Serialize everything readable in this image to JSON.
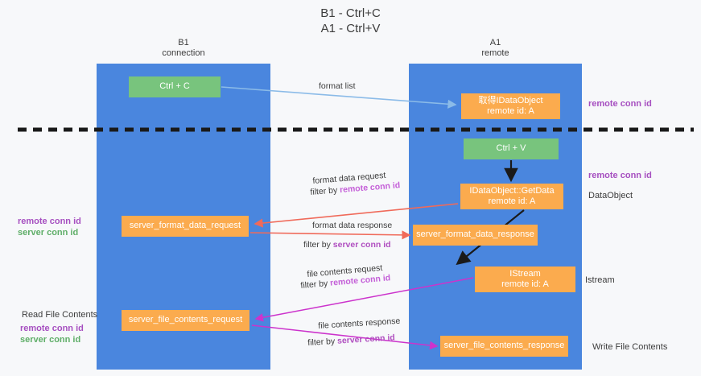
{
  "diagram": {
    "title_line1": "B1 - Ctrl+C",
    "title_line2": "A1 - Ctrl+V",
    "lanes": [
      {
        "id": "b1",
        "name_line1": "B1",
        "name_line2": "connection",
        "color": "#4a86de"
      },
      {
        "id": "a1",
        "name_line1": "A1",
        "name_line2": "remote",
        "color": "#4a86de"
      }
    ],
    "colors": {
      "lane": "#4a86de",
      "green_node": "#78c47d",
      "orange_node": "#fbab4e",
      "remote_conn_id": "#a64fc0",
      "server_conn_id": "#5fae68",
      "arrow_blue": "#8bbbe8",
      "arrow_red": "#f06a5a",
      "arrow_magenta": "#cc33cc",
      "arrow_black": "#1a1a1a",
      "divider_dashed": "#1a1a1a",
      "text": "#3c3c3c"
    },
    "nodes": [
      {
        "id": "ctrlc",
        "label": "Ctrl + C",
        "sub": "",
        "kind": "green"
      },
      {
        "id": "getobj",
        "label": "取得IDataObject",
        "sub": "remote id: A",
        "kind": "orange"
      },
      {
        "id": "ctrlv",
        "label": "Ctrl + V",
        "sub": "",
        "kind": "green"
      },
      {
        "id": "getdata",
        "label": "IDataObject::GetData",
        "sub": "remote id: A",
        "kind": "orange"
      },
      {
        "id": "fmtreq",
        "label": "server_format_data_request",
        "sub": "",
        "kind": "orange"
      },
      {
        "id": "fmtresp",
        "label": "server_format_data_response",
        "sub": "",
        "kind": "orange"
      },
      {
        "id": "istream",
        "label": "IStream",
        "sub": "remote id: A",
        "kind": "orange"
      },
      {
        "id": "filereq",
        "label": "server_file_contents_request",
        "sub": "",
        "kind": "orange"
      },
      {
        "id": "fileresp",
        "label": "server_file_contents_response",
        "sub": "",
        "kind": "orange"
      }
    ],
    "edge_labels": {
      "format_list": "format list",
      "format_data_request": "format data request",
      "format_data_request_filter_prefix": "filter by ",
      "format_data_request_filter_key": "remote conn id",
      "format_data_response": "format data response",
      "format_data_response_filter_prefix": "filter by ",
      "format_data_response_filter_key": "server conn id",
      "file_contents_request": "file contents request",
      "file_contents_request_filter_prefix": "filter by ",
      "file_contents_request_filter_key": "remote conn id",
      "file_contents_response": "file contents response",
      "file_contents_response_filter_prefix": "filter by ",
      "file_contents_response_filter_key": "server conn id"
    },
    "annotations": {
      "right_remote_conn_id_top": "remote conn id",
      "right_remote_conn_id_mid": "remote conn id",
      "right_dataobject": "DataObject",
      "right_istream": "Istream",
      "right_write_file_contents": "Write File Contents",
      "left_remote_conn_id_1": "remote conn id",
      "left_server_conn_id_1": "server conn id",
      "left_read_file_contents": "Read File Contents",
      "left_remote_conn_id_2": "remote conn id",
      "left_server_conn_id_2": "server conn id"
    }
  }
}
